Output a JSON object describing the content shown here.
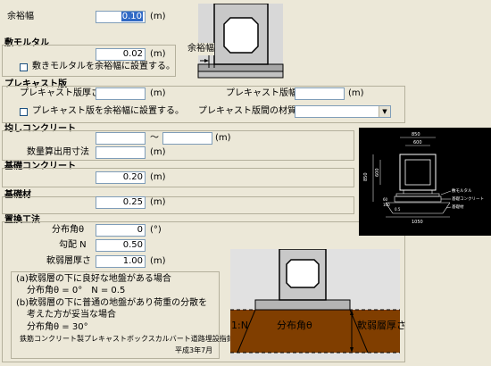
{
  "margin": {
    "label": "余裕幅",
    "value": "0.10",
    "unit": "(m)"
  },
  "mortar": {
    "title": "敷モルタル",
    "value": "0.02",
    "unit": "(m)",
    "checkbox_label": "敷きモルタルを余裕幅に設置する。"
  },
  "top_diagram": {
    "label": "余裕幅"
  },
  "precast": {
    "title": "プレキャスト版",
    "thickness_label": "プレキャスト版厚さ",
    "thickness_unit": "(m)",
    "width_label": "プレキャスト版幅",
    "width_unit": "(m)",
    "checkbox_label": "プレキャスト版を余裕幅に設置する。",
    "material_label": "プレキャスト版間の材質"
  },
  "leveling": {
    "title": "均しコンクリート",
    "tilde": "～",
    "unit": "(m)",
    "dim_label": "数量算出用寸法",
    "dim_unit": "(m)"
  },
  "base_concrete": {
    "title": "基礎コンクリート",
    "value": "0.20",
    "unit": "(m)"
  },
  "base_material": {
    "title": "基礎材",
    "value": "0.25",
    "unit": "(m)"
  },
  "replacement": {
    "title": "置換工法",
    "angle_label": "分布角θ",
    "angle_value": "0",
    "angle_unit": "(°)",
    "slope_label": "勾配 N",
    "slope_value": "0.50",
    "soft_label": "軟弱層厚さ",
    "soft_value": "1.00",
    "soft_unit": "(m)"
  },
  "notes": {
    "a1": "(a)軟弱層の下に良好な地盤がある場合",
    "a2": "分布角θ = 0°　N = 0.5",
    "b1": "(b)軟弱層の下に普通の地盤があり荷重の分散を",
    "b2": "考えた方が妥当な場合",
    "b3": "分布角θ = 30°",
    "ref1": "鉄筋コンクリート製プレキャストボックスカルバート道路埋設指針",
    "ref2": "平成3年7月"
  },
  "bottom_diagram": {
    "slope_label": "1:N",
    "angle_label": "分布角θ",
    "soft_label": "軟弱層厚さ"
  },
  "cad_preview": {
    "dim_top_outer": "850",
    "dim_top_inner": "600",
    "dim_bottom": "1050",
    "dim_left": "850",
    "dim_left_inner": "600",
    "dim_side_1": "60",
    "dim_side_2": "100",
    "dim_side_3": "0.5",
    "legend": [
      "敷モルタル",
      "基礎コンクリート",
      "基礎材"
    ]
  }
}
